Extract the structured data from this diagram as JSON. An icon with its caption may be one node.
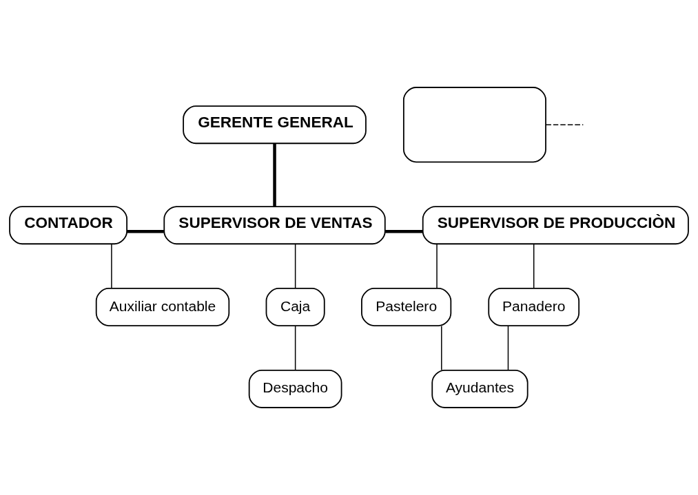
{
  "diagram": {
    "nodes": [
      {
        "text": [
          "GERENTE GENERAL"
        ]
      },
      {
        "text": [],
        "shape": "box"
      },
      {
        "text": [
          "CONTADOR"
        ]
      },
      {
        "text": [
          "SUPERVISOR DE VENTAS"
        ]
      },
      {
        "text": [
          "SUPERVISOR DE PRODUCCIÒN"
        ]
      },
      {
        "text": [
          "Auxiliar contable"
        ]
      },
      {
        "text": [
          "Caja"
        ]
      },
      {
        "text": [
          "Pastelero"
        ]
      },
      {
        "text": [
          "Panadero"
        ]
      },
      {
        "text": [
          "Despacho"
        ]
      },
      {
        "text": [
          "Ayudantes"
        ]
      }
    ],
    "edges": [
      {
        "from": 0,
        "to": 3,
        "arrow": "none",
        "style": "thick"
      },
      {
        "from": 1,
        "to": null,
        "arrow": "none",
        "style": "dashed"
      },
      {
        "from": 3,
        "to": 2,
        "arrow": "none",
        "style": "thick"
      },
      {
        "from": 3,
        "to": 4,
        "arrow": "none",
        "style": "thick"
      },
      {
        "from": 2,
        "to": 5,
        "arrow": "none"
      },
      {
        "from": 3,
        "to": 6,
        "arrow": "none"
      },
      {
        "from": 6,
        "to": 9,
        "arrow": "none"
      },
      {
        "from": 4,
        "to": 7,
        "arrow": "none"
      },
      {
        "from": 4,
        "to": 8,
        "arrow": "none"
      },
      {
        "from": 7,
        "to": 10,
        "arrow": "none"
      },
      {
        "from": 8,
        "to": 10,
        "arrow": "none"
      }
    ]
  }
}
